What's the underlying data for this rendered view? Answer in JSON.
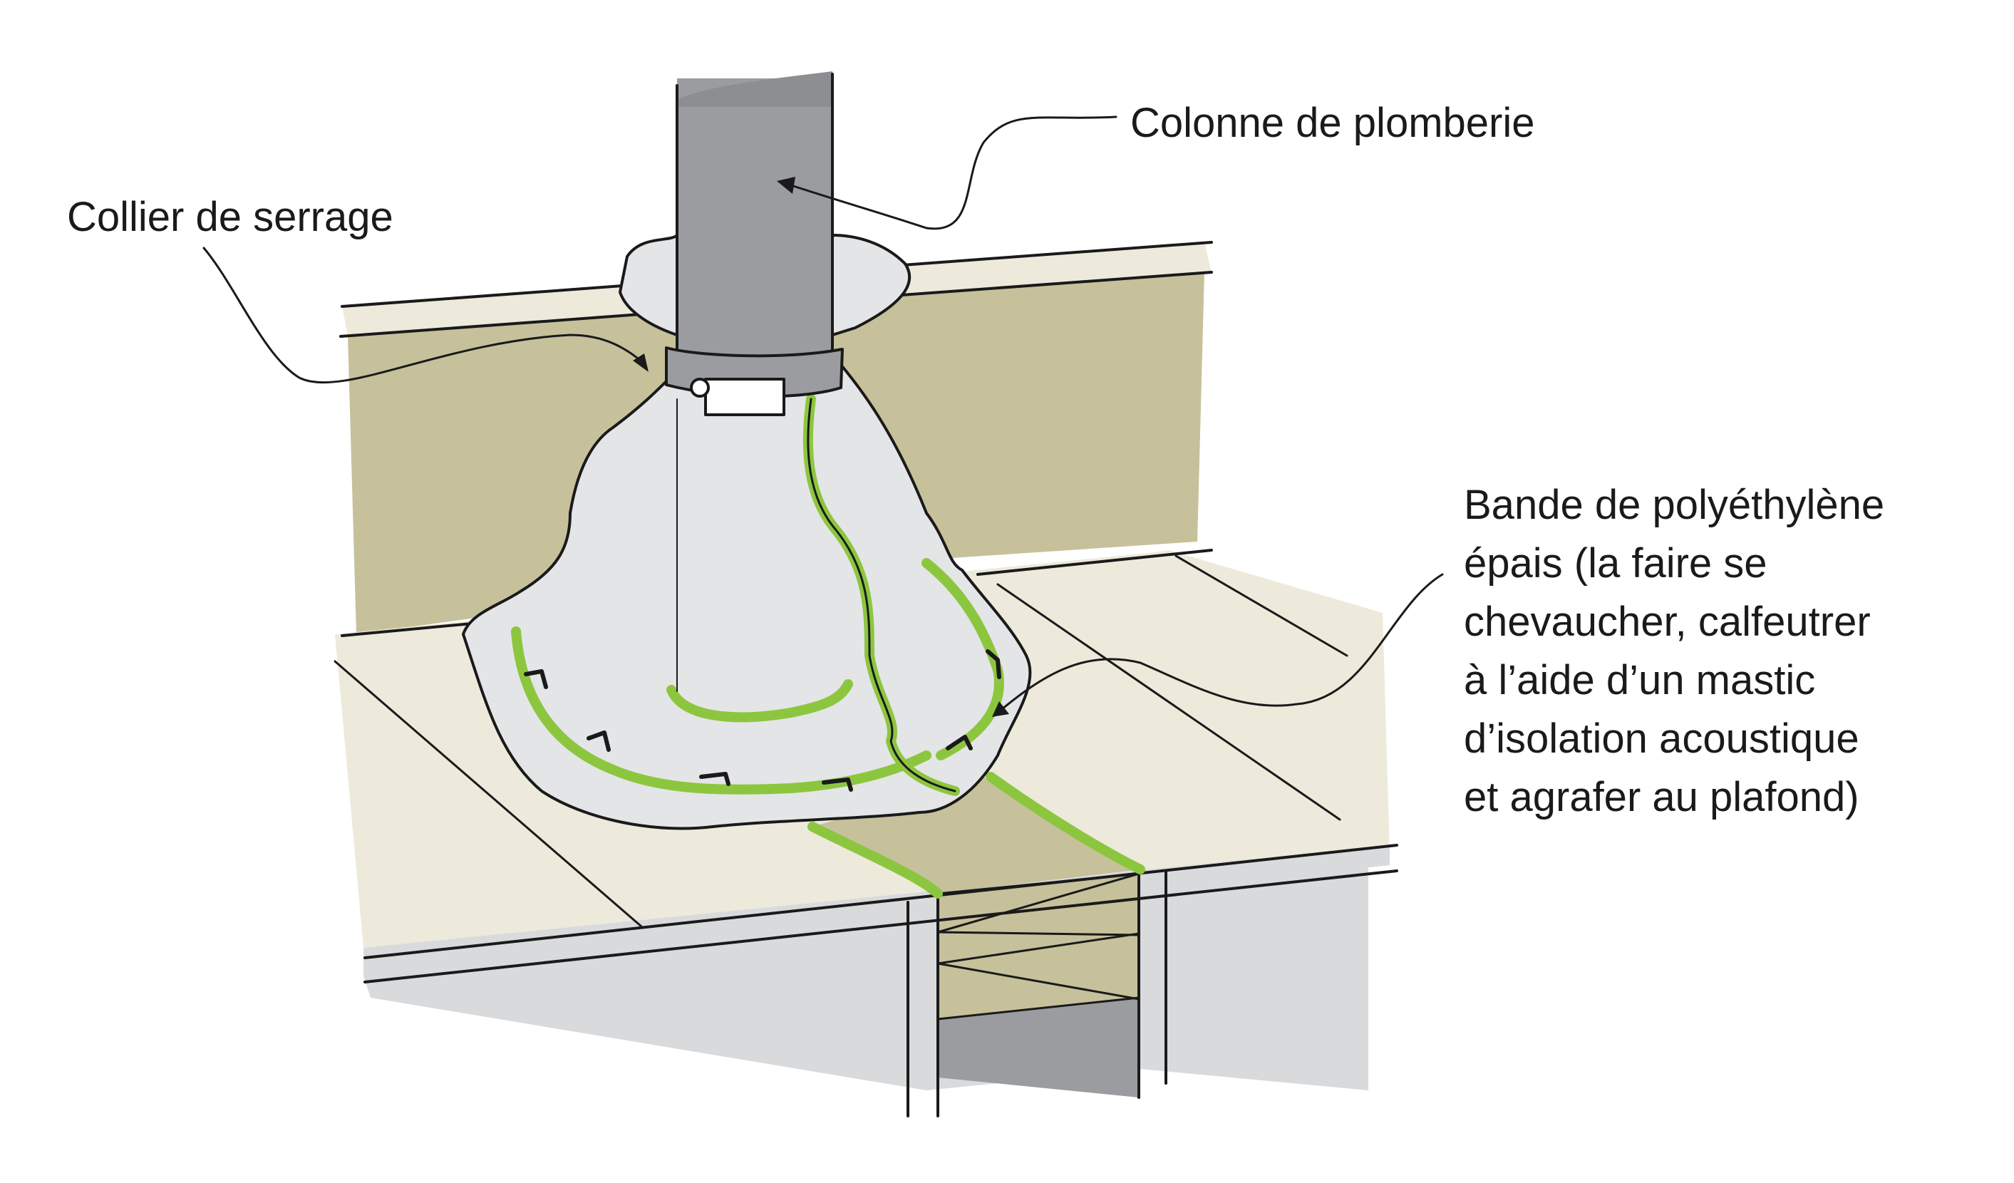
{
  "labels": {
    "colonne": "Colonne de plomberie",
    "collier": "Collier de serrage",
    "bande_lines": [
      "Bande de polyéthylène",
      "épais (la faire se",
      "chevaucher, calfeutrer",
      "à l’aide d’un mastic",
      "d’isolation acoustique",
      "et agrafer au plafond)"
    ]
  },
  "colors": {
    "pipe": "#9b9c9f",
    "pipe_top": "#8d8e91",
    "wall": "#c6c19b",
    "ceiling": "#edeadc",
    "shadow": "#d9dadc",
    "membrane": "#e4e5e7",
    "sealant": "#8cc63f",
    "joist": "#c6c19b",
    "ink": "#1a1a1a"
  }
}
